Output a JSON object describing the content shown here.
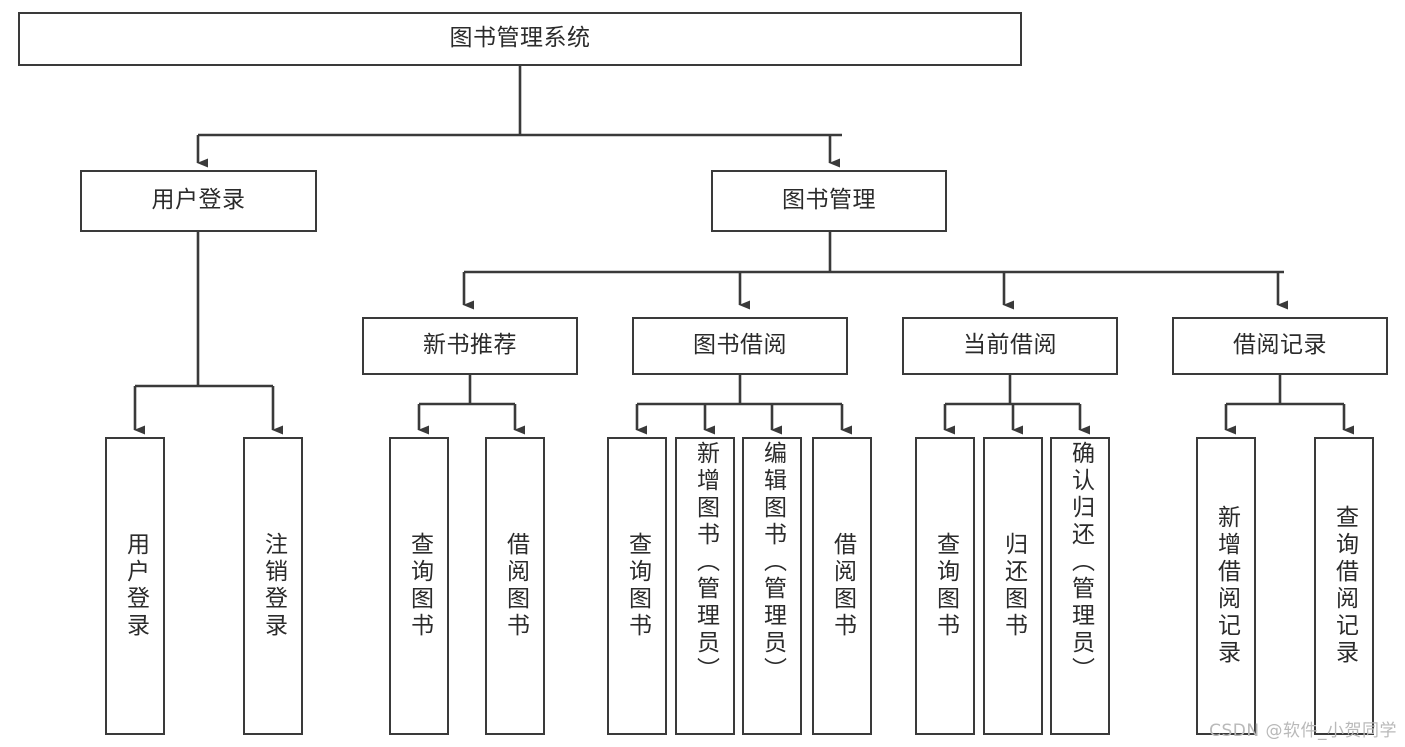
{
  "diagram": {
    "type": "tree-hierarchy-chart",
    "title": "图书管理系统",
    "watermark": "CSDN @软件_小贺同学",
    "colors": {
      "box_border": "#3a3a3a",
      "box_fill": "#ffffff",
      "edge": "#3a3a3a",
      "text": "#2b2b2b",
      "watermark": "#b9b9b9",
      "background": "#ffffff"
    },
    "levels": {
      "root": "图书管理系统",
      "level2": [
        "用户登录",
        "图书管理"
      ],
      "level3": [
        "新书推荐",
        "图书借阅",
        "当前借阅",
        "借阅记录"
      ]
    },
    "nodes": {
      "root": {
        "label": "图书管理系统"
      },
      "user_login": {
        "label": "用户登录"
      },
      "book_manage": {
        "label": "图书管理"
      },
      "new_book_rec": {
        "label": "新书推荐"
      },
      "book_borrow": {
        "label": "图书借阅"
      },
      "current_borrow": {
        "label": "当前借阅"
      },
      "borrow_record": {
        "label": "借阅记录"
      },
      "leaf_user_login": {
        "label": "用户登录"
      },
      "leaf_logout": {
        "label": "注销登录"
      },
      "leaf_query_book_1": {
        "label": "查询图书"
      },
      "leaf_borrow_book_1": {
        "label": "借阅图书"
      },
      "leaf_query_book_2": {
        "label": "查询图书"
      },
      "leaf_add_book": {
        "label": "新增图书（管理员）"
      },
      "leaf_edit_book": {
        "label": "编辑图书（管理员）"
      },
      "leaf_borrow_book_2": {
        "label": "借阅图书"
      },
      "leaf_query_book_3": {
        "label": "查询图书"
      },
      "leaf_return_book": {
        "label": "归还图书"
      },
      "leaf_confirm_return": {
        "label": "确认归还（管理员）"
      },
      "leaf_add_record": {
        "label": "新增借阅记录"
      },
      "leaf_query_record": {
        "label": "查询借阅记录"
      }
    },
    "edges": [
      {
        "from": "root",
        "to": "user_login"
      },
      {
        "from": "root",
        "to": "book_manage"
      },
      {
        "from": "user_login",
        "to": "leaf_user_login"
      },
      {
        "from": "user_login",
        "to": "leaf_logout"
      },
      {
        "from": "book_manage",
        "to": "new_book_rec"
      },
      {
        "from": "book_manage",
        "to": "book_borrow"
      },
      {
        "from": "book_manage",
        "to": "current_borrow"
      },
      {
        "from": "book_manage",
        "to": "borrow_record"
      },
      {
        "from": "new_book_rec",
        "to": "leaf_query_book_1"
      },
      {
        "from": "new_book_rec",
        "to": "leaf_borrow_book_1"
      },
      {
        "from": "book_borrow",
        "to": "leaf_query_book_2"
      },
      {
        "from": "book_borrow",
        "to": "leaf_add_book"
      },
      {
        "from": "book_borrow",
        "to": "leaf_edit_book"
      },
      {
        "from": "book_borrow",
        "to": "leaf_borrow_book_2"
      },
      {
        "from": "current_borrow",
        "to": "leaf_query_book_3"
      },
      {
        "from": "current_borrow",
        "to": "leaf_return_book"
      },
      {
        "from": "current_borrow",
        "to": "leaf_confirm_return"
      },
      {
        "from": "borrow_record",
        "to": "leaf_add_record"
      },
      {
        "from": "borrow_record",
        "to": "leaf_query_record"
      }
    ]
  }
}
